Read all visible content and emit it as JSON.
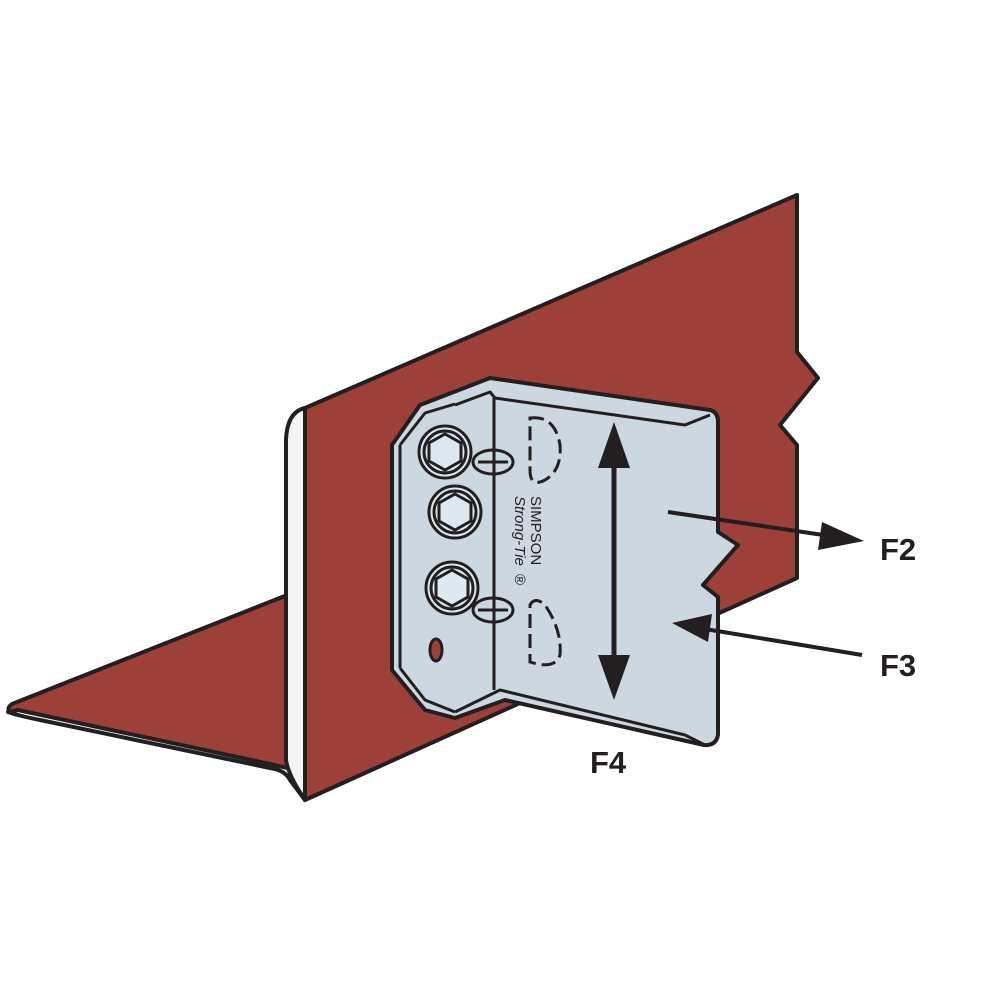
{
  "labels": {
    "f2": "F2",
    "f3": "F3",
    "f4": "F4"
  },
  "logo": {
    "line1": "SIMPSON",
    "line2": "Strong-Tie",
    "mark": "®"
  },
  "colors": {
    "steel_red": "#9e403a",
    "bracket": "#ccd7e0",
    "outline": "#231f20",
    "edge_white": "#f4f4f4"
  }
}
